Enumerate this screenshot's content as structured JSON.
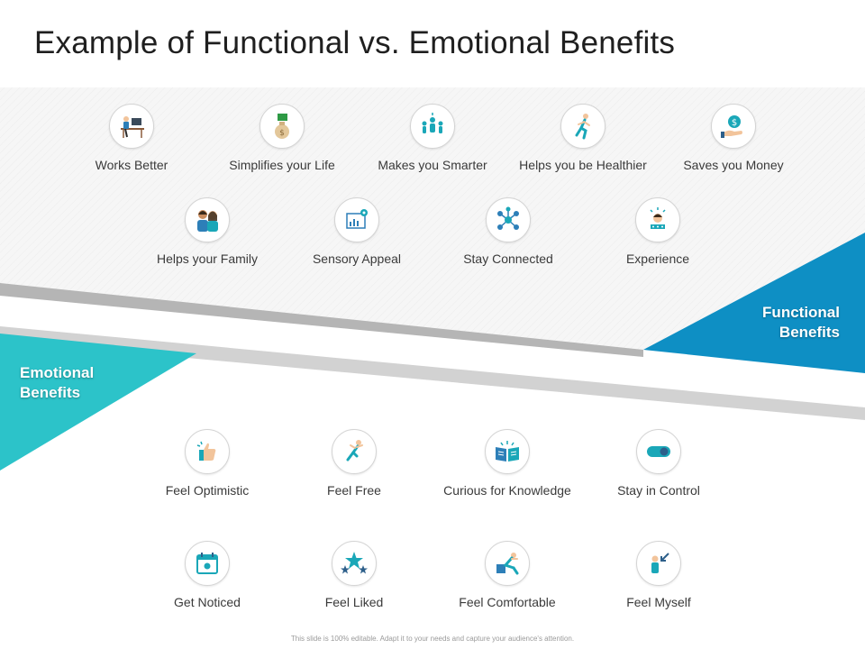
{
  "title": "Example of Functional vs. Emotional Benefits",
  "functional": {
    "label_line1": "Functional",
    "label_line2": "Benefits",
    "row1": [
      {
        "label": "Works Better",
        "icon": "desk-worker-icon"
      },
      {
        "label": "Simplifies your Life",
        "icon": "money-bag-icon"
      },
      {
        "label": "Makes you Smarter",
        "icon": "team-idea-icon"
      },
      {
        "label": "Helps you be Healthier",
        "icon": "runner-icon"
      },
      {
        "label": "Saves you Money",
        "icon": "coin-hand-icon"
      }
    ],
    "row2": [
      {
        "label": "Helps your Family",
        "icon": "family-icon"
      },
      {
        "label": "Sensory Appeal",
        "icon": "dashboard-gear-icon"
      },
      {
        "label": "Stay Connected",
        "icon": "network-icon"
      },
      {
        "label": "Experience",
        "icon": "expert-icon"
      }
    ]
  },
  "emotional": {
    "label_line1": "Emotional",
    "label_line2": "Benefits",
    "row1": [
      {
        "label": "Feel Optimistic",
        "icon": "thumbs-up-icon"
      },
      {
        "label": "Feel Free",
        "icon": "jumping-person-icon"
      },
      {
        "label": "Curious for Knowledge",
        "icon": "open-book-icon"
      },
      {
        "label": "Stay in Control",
        "icon": "toggle-switch-icon"
      }
    ],
    "row2": [
      {
        "label": "Get Noticed",
        "icon": "calendar-icon"
      },
      {
        "label": "Feel Liked",
        "icon": "stars-icon"
      },
      {
        "label": "Feel Comfortable",
        "icon": "relaxing-person-icon"
      },
      {
        "label": "Feel Myself",
        "icon": "person-arrow-icon"
      }
    ]
  },
  "colors": {
    "functional_blue": "#0e8fc4",
    "emotional_teal": "#2cc3c9",
    "divider_gray": "#c4c4c4"
  },
  "footer": "This slide is 100% editable. Adapt it to your needs and capture your audience's attention."
}
